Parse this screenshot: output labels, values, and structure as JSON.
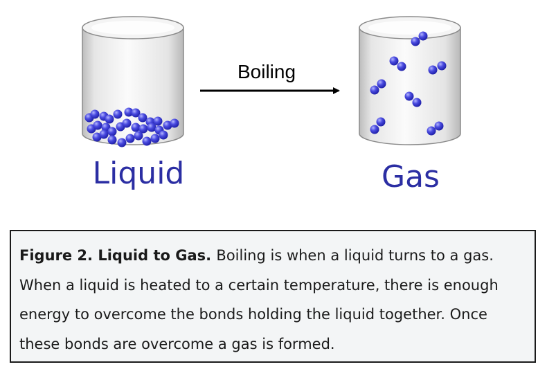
{
  "diagram": {
    "left_label": "Liquid",
    "right_label": "Gas",
    "arrow_label": "Boiling",
    "colors": {
      "label": "#2b2ea3",
      "particle": "#3a3bd4",
      "particle_highlight": "#a8aaff",
      "container_stroke": "#777777",
      "arrow": "#000000"
    }
  },
  "caption": {
    "title": "Figure 2. Liquid to Gas.",
    "body": "Boiling is when a liquid turns to a gas. When a liquid is heated to a certain temperature, there is enough energy to overcome the bonds holding the liquid together. Once these bonds are overcome a gas is formed."
  }
}
